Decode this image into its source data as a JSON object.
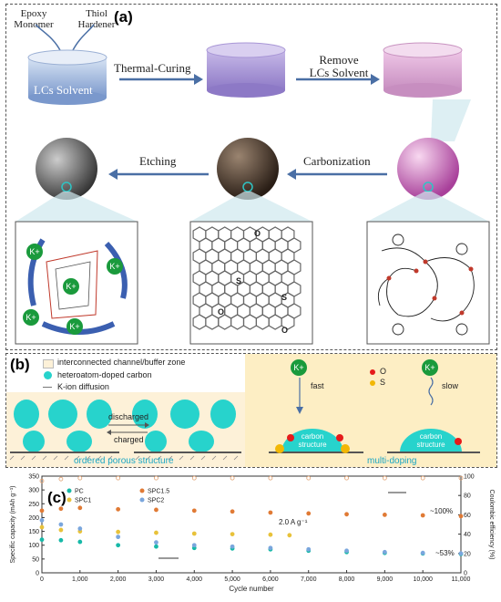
{
  "colors": {
    "accent": "#27d3cc",
    "panel_b_bg": "#fdeec4",
    "arrow": "#4a6fa5"
  },
  "panel_a": {
    "label": "(a)",
    "inputs": {
      "epoxy": "Epoxy\nMonomer",
      "thiol": "Thiol\nHardener"
    },
    "beaker_label": "LCs Solvent",
    "arrow_thermal": "Thermal-Curing",
    "arrow_remove": "Remove\nLCs Solvent",
    "arrow_etching": "Etching",
    "arrow_carbonization": "Carbonization",
    "ions": [
      "K+",
      "K+",
      "K+",
      "K+",
      "K+"
    ],
    "atom_labels": [
      "O",
      "S",
      "S",
      "O",
      "O"
    ]
  },
  "panel_b": {
    "label": "(b)",
    "legend": [
      "interconnected channel/buffer zone",
      "heteroatom-doped carbon",
      "K-ion diffusion"
    ],
    "discharged": "discharged",
    "charged": "charged",
    "left_caption": "ordered porous structure",
    "fast": "fast",
    "slow": "slow",
    "legend_o": "O",
    "legend_s": "S",
    "carbon": "carbon\nstructure",
    "right_caption": "multi-doping",
    "ion": "K+"
  },
  "panel_c": {
    "label": "(c)",
    "rate_text": "2.0 A g⁻¹",
    "annot_100": "~100%",
    "annot_53": "~53%"
  },
  "chart_data": {
    "type": "scatter",
    "xlabel": "Cycle number",
    "ylabel": "Specific capacity (mAh g⁻¹)",
    "y2label": "Coulombic efficiency (%)",
    "xlim": [
      0,
      11000
    ],
    "ylim": [
      0,
      350
    ],
    "y2lim": [
      0,
      100
    ],
    "xticks": [
      0,
      1000,
      2000,
      3000,
      4000,
      5000,
      6000,
      7000,
      8000,
      9000,
      10000,
      11000
    ],
    "yticks": [
      0,
      50,
      100,
      150,
      200,
      250,
      300,
      350
    ],
    "y2ticks": [
      0,
      20,
      40,
      60,
      80,
      100
    ],
    "series": [
      {
        "name": "PC",
        "color": "#17b9a8",
        "x": [
          0,
          500,
          1000,
          2000,
          3000,
          4000,
          5000,
          6000,
          7000,
          8000,
          9000,
          10000,
          11000
        ],
        "y": [
          120,
          118,
          112,
          100,
          95,
          90,
          88,
          85,
          80,
          75,
          72,
          70,
          68
        ]
      },
      {
        "name": "SPC1",
        "color": "#e8c23a",
        "x": [
          0,
          500,
          1000,
          2000,
          3000,
          4000,
          5000,
          6000,
          6500
        ],
        "y": [
          165,
          155,
          150,
          148,
          145,
          142,
          140,
          138,
          136
        ]
      },
      {
        "name": "SPC1.5",
        "color": "#e07a35",
        "x": [
          0,
          500,
          1000,
          2000,
          3000,
          4000,
          5000,
          6000,
          7000,
          8000,
          9000,
          10000,
          11000
        ],
        "y": [
          225,
          232,
          235,
          230,
          228,
          225,
          222,
          218,
          215,
          212,
          210,
          208,
          205
        ]
      },
      {
        "name": "SPC2",
        "color": "#7aa6dd",
        "x": [
          0,
          500,
          1000,
          2000,
          3000,
          4000,
          5000,
          6000,
          7000,
          8000,
          9000,
          10000,
          11000
        ],
        "y": [
          190,
          175,
          160,
          130,
          110,
          100,
          95,
          90,
          85,
          80,
          75,
          72,
          70
        ]
      },
      {
        "name": "CE",
        "color": "#e0a070",
        "x": [
          0,
          500,
          1000,
          2000,
          3000,
          4000,
          5000,
          6000,
          7000,
          8000,
          9000,
          10000,
          11000
        ],
        "y2": [
          95,
          97,
          98,
          98,
          98,
          98,
          98,
          98,
          98,
          98,
          98,
          98,
          98
        ]
      }
    ]
  }
}
